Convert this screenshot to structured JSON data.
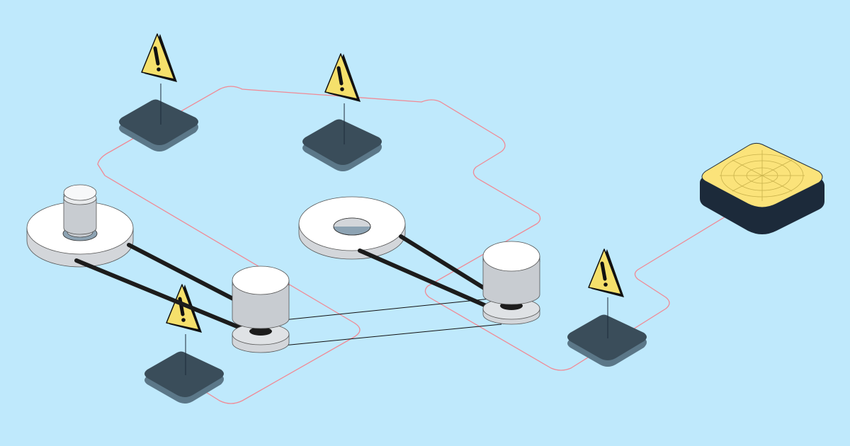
{
  "palette": {
    "background": "#bfe9fc",
    "route_line": "#f08a95",
    "node_top": "#3a4d5a",
    "node_side": "#5b7788",
    "warning_fill": "#f5e06b",
    "warning_side": "#111111",
    "pulley_light": "#ffffff",
    "pulley_side": "#d3d6da",
    "motor_side": "#c8ccd1",
    "belt": "#1c1c1c",
    "hub_blue": "#8da3b3",
    "target_top": "#fbe37a",
    "target_side": "#1c2a3a"
  },
  "icons": {
    "warning": "warning-triangle-icon",
    "target": "compass-target-icon"
  },
  "nodes": [
    "node-a",
    "node-b",
    "node-c",
    "node-d"
  ],
  "warnings": [
    "warning-a",
    "warning-b",
    "warning-c",
    "warning-d"
  ]
}
